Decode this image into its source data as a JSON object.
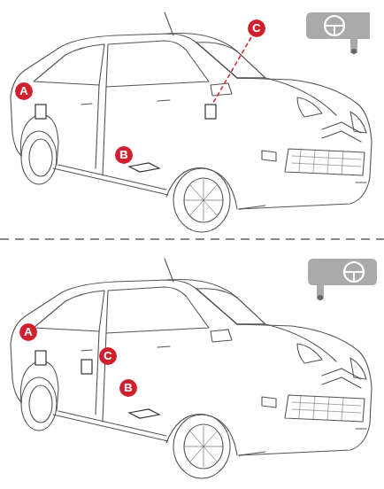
{
  "diagram": {
    "labels": [
      "A",
      "B",
      "C",
      "A",
      "C",
      "B"
    ]
  }
}
